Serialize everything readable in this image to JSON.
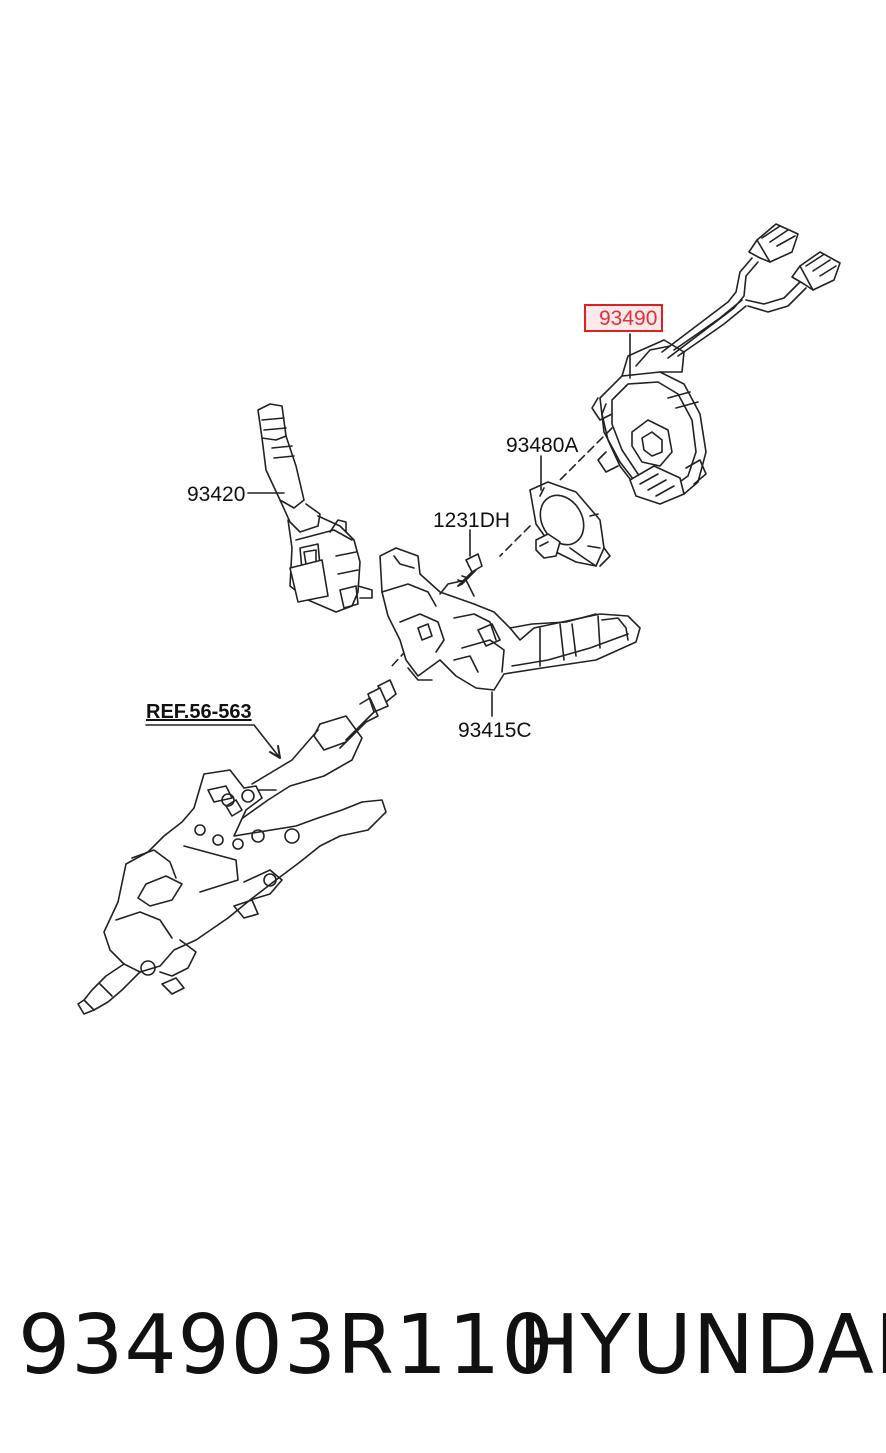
{
  "callouts": {
    "part_93490": "93490",
    "part_93480a": "93480A",
    "part_93420": "93420",
    "part_1231dh": "1231DH",
    "part_93415c": "93415C",
    "ref_56563": "REF.56-563"
  },
  "footer": {
    "part_number": "934903R110",
    "brand": "HYUNDAI"
  },
  "colors": {
    "line": "#222222",
    "highlight_border": "#e02020",
    "highlight_fill": "#fde8ea",
    "highlight_text": "#e0303a"
  }
}
